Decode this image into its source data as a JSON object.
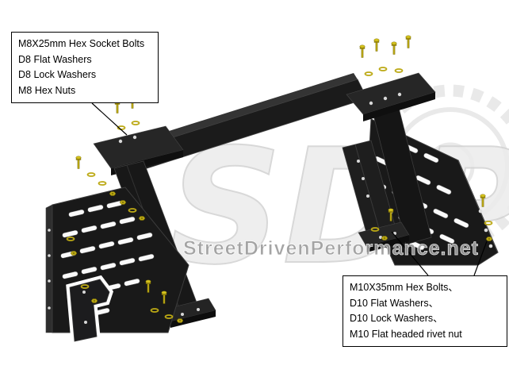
{
  "callouts": {
    "top_left": {
      "lines": [
        "M8X25mm Hex Socket Bolts",
        "D8 Flat Washers",
        "D8 Lock Washers",
        "M8 Hex Nuts"
      ]
    },
    "bottom_right": {
      "lines": [
        "M10X35mm Hex Bolts、",
        "D10 Flat Washers、",
        "D10 Lock Washers、",
        "M10 Flat headed rivet nut"
      ]
    }
  },
  "watermark": {
    "logo": "SDP",
    "text": "StreetDrivenPerformance.net"
  },
  "colors": {
    "background": "#ffffff",
    "frame_black": "#1b1b1b",
    "hardware_gold": "#bca914",
    "watermark_gray": "#9c9c9c",
    "callout_border": "#000000"
  }
}
